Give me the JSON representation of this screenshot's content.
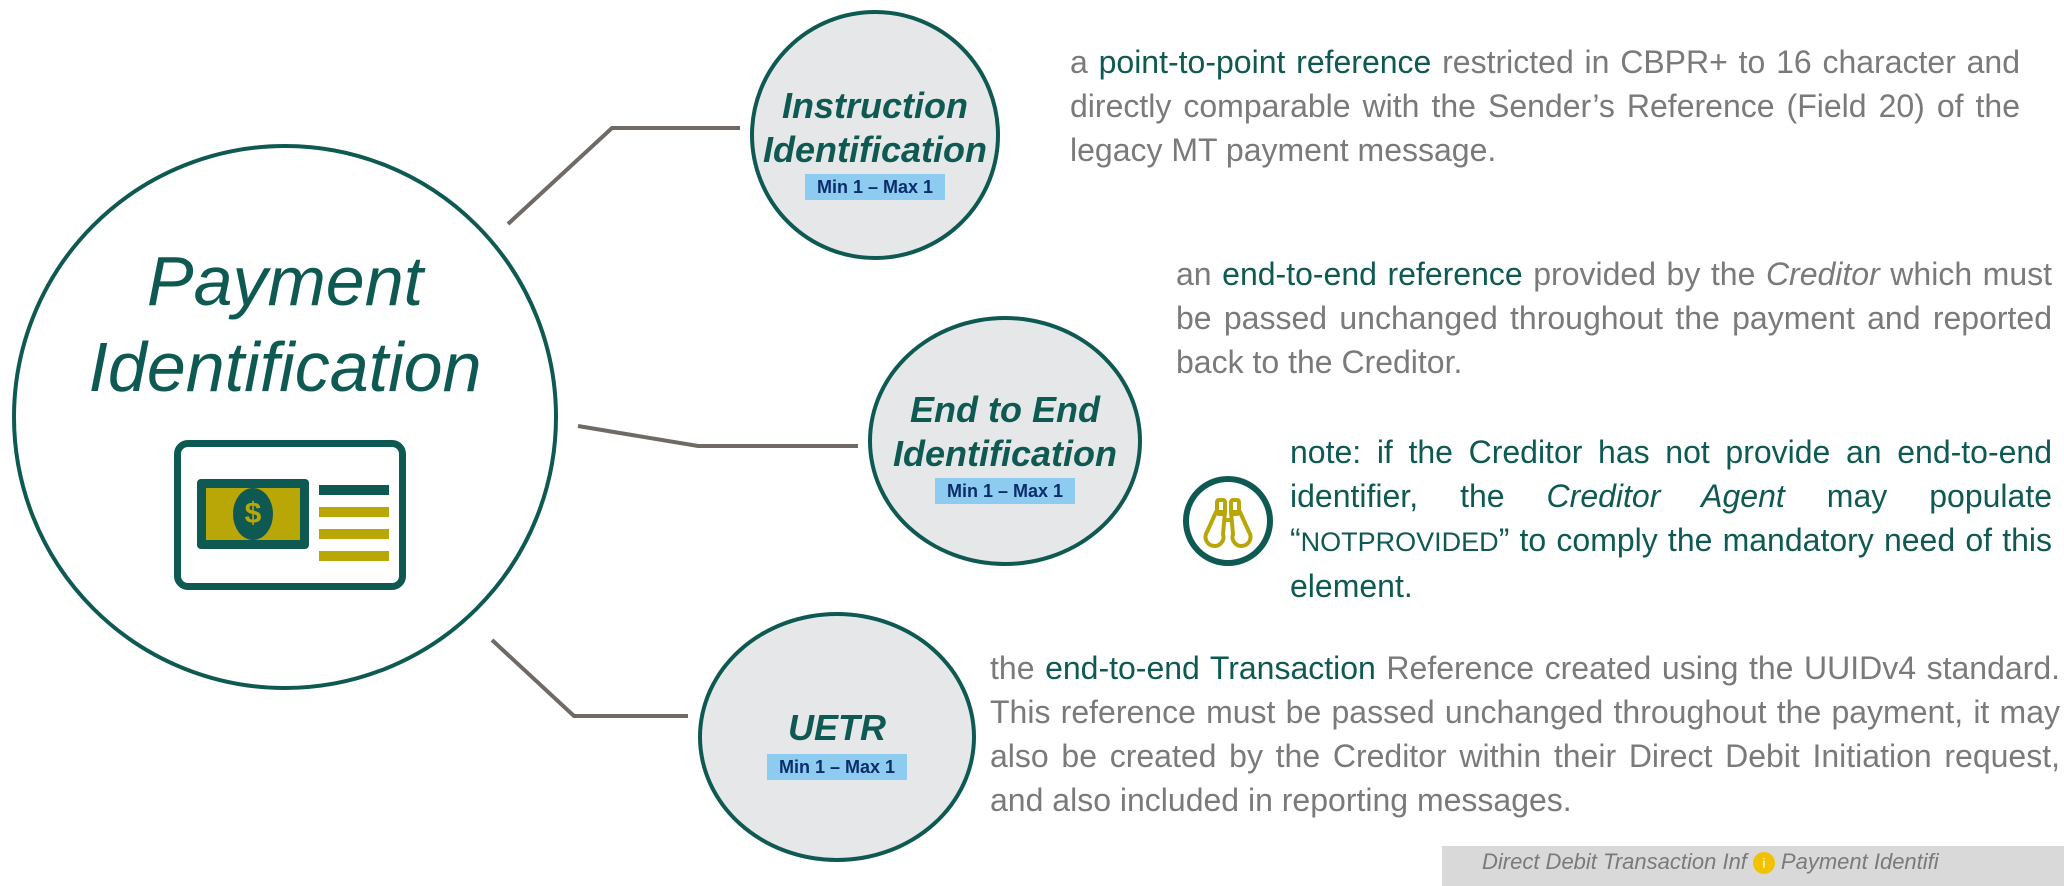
{
  "main": {
    "title_line1": "Payment",
    "title_line2": "Identification",
    "icon": "money-card-icon"
  },
  "nodes": [
    {
      "id": "instruction",
      "title_line1": "Instruction",
      "title_line2": "Identification",
      "badge": "Min 1 – Max 1"
    },
    {
      "id": "end-to-end",
      "title_line1": "End to End",
      "title_line2": "Identification",
      "badge": "Min 1 – Max 1"
    },
    {
      "id": "uetr",
      "title_line1": "UETR",
      "badge": "Min 1 – Max 1"
    }
  ],
  "descriptions": {
    "instruction": {
      "p1": "a ",
      "h1": "point-to-point reference",
      "p2": " restricted in CBPR+ to 16 character and directly comparable with the Sender’s Reference (Field 20) of the legacy MT payment message."
    },
    "end_to_end": {
      "p1": "an ",
      "h1": "end-to-end reference",
      "p2": " provided by the ",
      "em1": "Creditor",
      "p3": " which must be passed unchanged throughout the payment and reported back to the Creditor."
    },
    "note": {
      "p1": "note: if the Creditor has not provide an end-to-end identifier, the ",
      "em1": "Creditor Agent",
      "p2": " may populate “",
      "sc1": "NOTPROVIDED",
      "p3": "” to comply the mandatory need of this element.",
      "icon": "binoculars-icon"
    },
    "uetr": {
      "p1": "the ",
      "h1": "end-to-end Transaction",
      "p2": " Reference created using the UUIDv4 standard. This reference must be passed unchanged throughout the payment, it may also be created by the Creditor within their Direct Debit Initiation request, and also included in reporting messages."
    }
  },
  "footer": {
    "text1": "Direct Debit Transaction Inf",
    "icon": "info-icon",
    "text2": "Payment Identifi"
  },
  "colors": {
    "primary": "#0e5a52",
    "accent": "#b9a607",
    "text": "#7a7a7a",
    "badge": "#8ecbf0",
    "node_fill": "#e6e7e8",
    "connector": "#6f6a63"
  }
}
